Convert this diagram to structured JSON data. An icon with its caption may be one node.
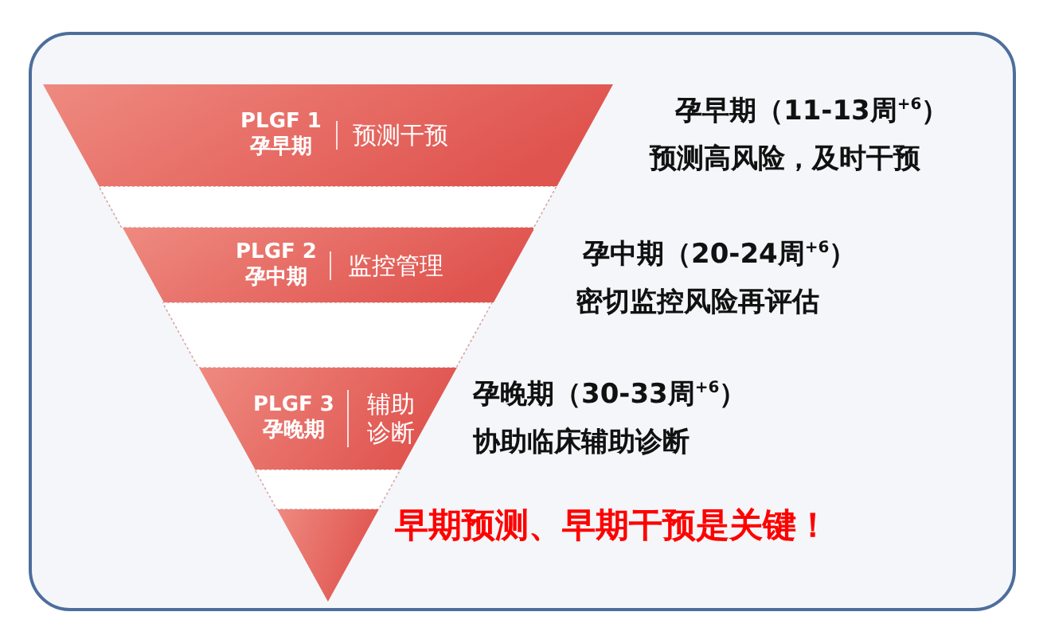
{
  "diagram": {
    "nodes": [
      {
        "text": [
          "PLGF 1 孕早期",
          "预测干预"
        ],
        "beside": [
          "孕早期（11-13周$^{+6}$）",
          "预测高风险，及时干预"
        ]
      },
      {
        "text": [],
        "shape": "band"
      },
      {
        "text": [
          "PLGF 2 孕中期",
          "监控管理"
        ],
        "beside": [
          "孕中期（20-24周$^{+6}$）",
          "密切监控风险再评估"
        ]
      },
      {
        "text": [],
        "shape": "band"
      },
      {
        "text": [
          "PLGF 3 孕晚期",
          "辅助诊断"
        ],
        "beside": [
          "孕晚期（30-33周$^{+6}$）",
          "协助临床辅助诊断"
        ]
      },
      {
        "text": [],
        "shape": "band"
      },
      {
        "text": [],
        "shape": "triangle"
      }
    ],
    "labels": [
      "早期预测、早期干预是关键！"
    ]
  }
}
